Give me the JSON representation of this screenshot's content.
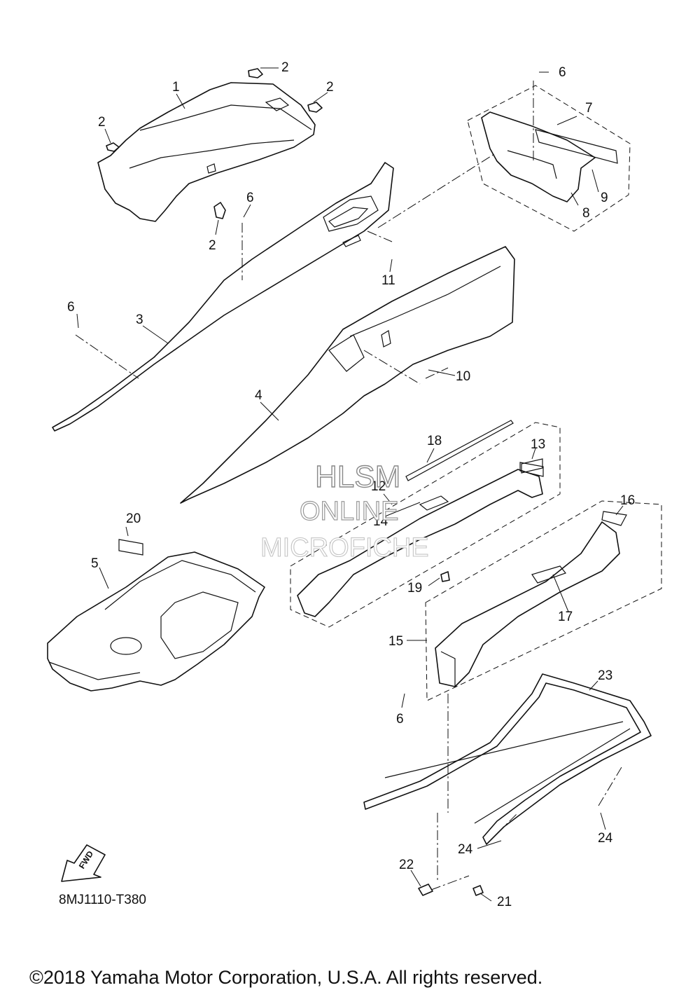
{
  "callouts": {
    "c1": "1",
    "c2a": "2",
    "c2b": "2",
    "c2c": "2",
    "c2d": "2",
    "c3": "3",
    "c4": "4",
    "c5": "5",
    "c6a": "6",
    "c6b": "6",
    "c6c": "6",
    "c6d": "6",
    "c7": "7",
    "c8": "8",
    "c9": "9",
    "c10": "10",
    "c11": "11",
    "c12": "12",
    "c13": "13",
    "c14": "14",
    "c15": "15",
    "c16": "16",
    "c17": "17",
    "c18": "18",
    "c19": "19",
    "c20": "20",
    "c21": "21",
    "c22": "22",
    "c23": "23",
    "c24a": "24",
    "c24b": "24"
  },
  "watermark": {
    "line1": "HLSM",
    "line2": "ONLINE",
    "line3": "MICROFICHE"
  },
  "fwd_label": "FWD",
  "diagram_code": "8MJ1110-T380",
  "copyright": "©2018 Yamaha Motor Corporation, U.S.A. All rights reserved."
}
